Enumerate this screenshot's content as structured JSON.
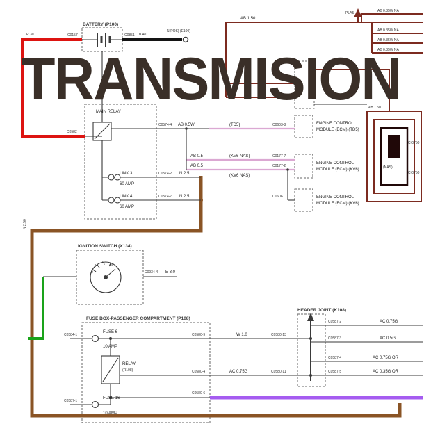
{
  "title": "TRANSMISION",
  "colors": {
    "title": "#3a2f28",
    "red": "#dd1411",
    "black": "#141414",
    "maroon": "#7c2b20",
    "dark_maroon": "#200808",
    "brown": "#8a5425",
    "green": "#1aa31a",
    "purple": "#a55cf0",
    "pink": "#dba8d2",
    "line": "#3a3a3a"
  },
  "labels": {
    "wire_red": "R 30",
    "battery_title": "BATTERY (P100)",
    "battery_conn_left": "C0157",
    "battery_conn_right": "C0851",
    "wire_black": "B 40",
    "earth_label": "N(POS) (E100)",
    "wire_top_right": "AB 1.50",
    "pla5": "PLA5",
    "na_1": "AB 0.35W NA",
    "na_2": "AB 0.35W NA",
    "na_3": "AB 0.35W NA",
    "na_4": "AB 0.35W NA",
    "wire_right_mid": "AB 1.50",
    "nas": "(NAS)",
    "conn_c0750_a": "C-0750",
    "conn_c0750_b": "C-0750",
    "relay_title": "MAIN RELAY",
    "conn_c0582": "C0582",
    "conn_c0574_4": "C0574-4",
    "wire_row_a": "AB 0.5W",
    "variant_td5": "(TD5)",
    "conn_c0603": "C0603-8",
    "link3": "LINK 3",
    "link3_amp": "60 AMP",
    "link4": "LINK 4",
    "link4_amp": "60 AMP",
    "conn_c0574_2": "C0574-2",
    "conn_c0574_7": "C0574-7",
    "wire_row_d": "N 2.5",
    "wire_row_e": "N 2.5",
    "wire_brown_vert": "N 2.50",
    "wire_row_b": "AB 0.5",
    "variant_kv6_b": "(KV6 NAS)",
    "conn_c0177_7": "C0177-7",
    "wire_row_c": "AB 0.5",
    "variant_kv6_c": "(KV6 NAS)",
    "conn_c0177_2": "C0177-2",
    "conn_c0606": "C0606",
    "ecm1_line1": "ENGINE CONTROL",
    "ecm1_line2": "MODULE (ECM) (TD5)",
    "ecm2_line1": "ENGINE CONTROL",
    "ecm2_line2": "MODULE (ECM) (KV6)",
    "ecm3_line1": "ENGINE CONTROL",
    "ecm3_line2": "MODULE (ECM) (KV6)",
    "ignition_title": "IGNITION SWITCH (X134)",
    "conn_c0934": "C0934-4",
    "wire_ignition_out": "E 3.0",
    "pos_0": "0",
    "pos_1": "I",
    "pos_2": "II",
    "pos_3": "III",
    "fusebox_title": "FUSE BOX-PASSENGER COMPARTMENT (P108)",
    "conn_c0584": "C0584-1",
    "fuse6": "FUSE 6",
    "fuse6_amp": "10 AMP",
    "conn_c0580_9": "C0580-9",
    "wire_fuse6_out": "W 1.0",
    "conn_c0580_13": "C0580-13",
    "relay2": "RELAY",
    "relay2_id": "(R108)",
    "conn_c0580_4": "C0580-4",
    "wire_relay_out": "AC 0.75G",
    "conn_c0580_11": "C0580-11",
    "fuse16": "FUSE 16",
    "fuse16_amp": "10 AMP",
    "conn_c0587_1": "C0587-1",
    "conn_c0580_6": "C0580-6",
    "header_title": "HEADER JOINT (K108)",
    "conn_c0587_2": "C0587-2",
    "wire_h1": "AC 0.75G",
    "conn_c0587_3": "C0587-3",
    "wire_h2": "AC 0.5G",
    "conn_c0587_4": "C0587-4",
    "wire_h3": "AC 0.75G OR",
    "conn_c0587_5": "C0587-5",
    "wire_h4": "AC 0.35G OR"
  }
}
